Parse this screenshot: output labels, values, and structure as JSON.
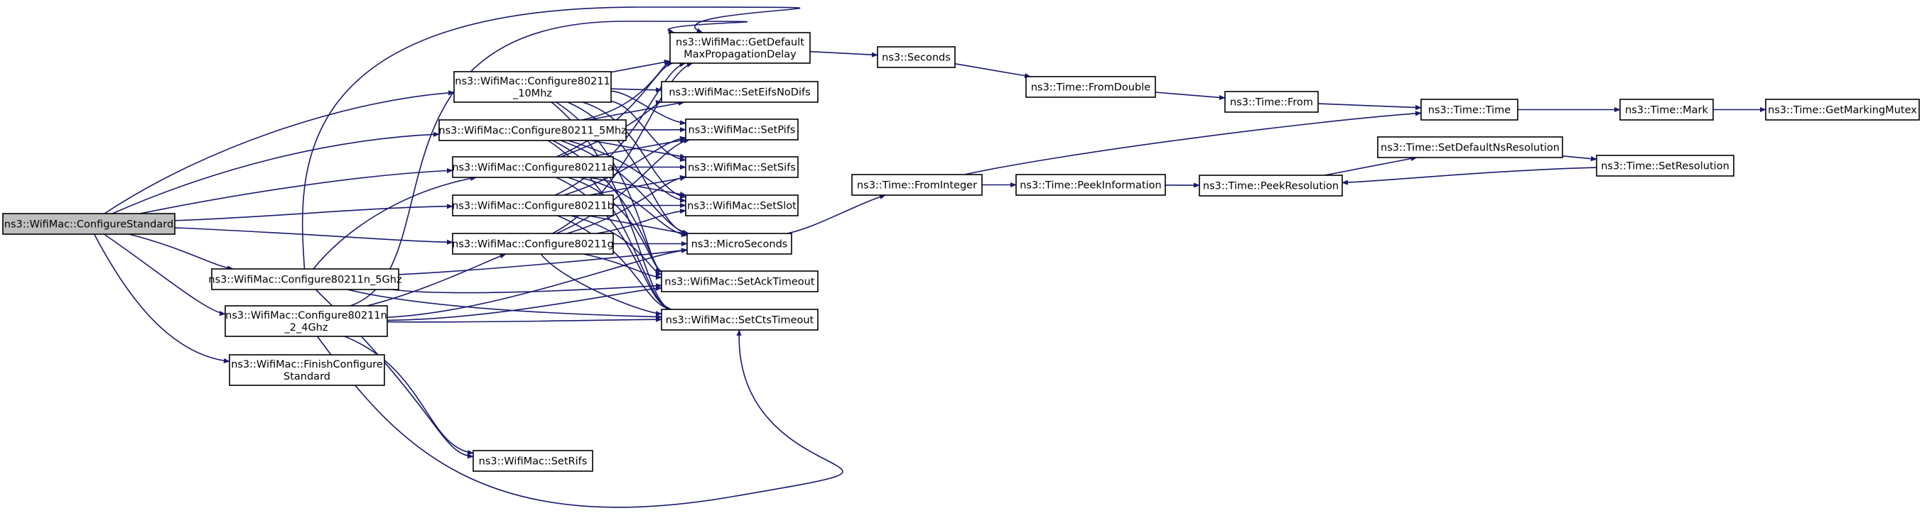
{
  "nodes": [
    {
      "id": "configure_standard",
      "lines": [
        "ns3::WifiMac::ConfigureStandard"
      ],
      "focus": true
    },
    {
      "id": "cfg_10mhz",
      "lines": [
        "ns3::WifiMac::Configure80211",
        "_10Mhz"
      ]
    },
    {
      "id": "cfg_5mhz",
      "lines": [
        "ns3::WifiMac::Configure80211_5Mhz"
      ]
    },
    {
      "id": "cfg_a",
      "lines": [
        "ns3::WifiMac::Configure80211a"
      ]
    },
    {
      "id": "cfg_b",
      "lines": [
        "ns3::WifiMac::Configure80211b"
      ]
    },
    {
      "id": "cfg_g",
      "lines": [
        "ns3::WifiMac::Configure80211g"
      ]
    },
    {
      "id": "cfg_n5",
      "lines": [
        "ns3::WifiMac::Configure80211n_5Ghz"
      ]
    },
    {
      "id": "cfg_n24",
      "lines": [
        "ns3::WifiMac::Configure80211n",
        "_2_4Ghz"
      ]
    },
    {
      "id": "finish_cfg",
      "lines": [
        "ns3::WifiMac::FinishConfigure",
        "Standard"
      ]
    },
    {
      "id": "get_delay",
      "lines": [
        "ns3::WifiMac::GetDefault",
        "MaxPropagationDelay"
      ]
    },
    {
      "id": "set_eifs",
      "lines": [
        "ns3::WifiMac::SetEifsNoDifs"
      ]
    },
    {
      "id": "set_pifs",
      "lines": [
        "ns3::WifiMac::SetPifs"
      ]
    },
    {
      "id": "set_sifs",
      "lines": [
        "ns3::WifiMac::SetSifs"
      ]
    },
    {
      "id": "set_slot",
      "lines": [
        "ns3::WifiMac::SetSlot"
      ]
    },
    {
      "id": "microseconds",
      "lines": [
        "ns3::MicroSeconds"
      ]
    },
    {
      "id": "set_ack",
      "lines": [
        "ns3::WifiMac::SetAckTimeout"
      ]
    },
    {
      "id": "set_cts",
      "lines": [
        "ns3::WifiMac::SetCtsTimeout"
      ]
    },
    {
      "id": "set_rifs",
      "lines": [
        "ns3::WifiMac::SetRifs"
      ]
    },
    {
      "id": "seconds",
      "lines": [
        "ns3::Seconds"
      ]
    },
    {
      "id": "from_double",
      "lines": [
        "ns3::Time::FromDouble"
      ]
    },
    {
      "id": "time_from",
      "lines": [
        "ns3::Time::From"
      ]
    },
    {
      "id": "time_time",
      "lines": [
        "ns3::Time::Time"
      ]
    },
    {
      "id": "time_mark",
      "lines": [
        "ns3::Time::Mark"
      ]
    },
    {
      "id": "get_mutex",
      "lines": [
        "ns3::Time::GetMarkingMutex"
      ]
    },
    {
      "id": "from_integer",
      "lines": [
        "ns3::Time::FromInteger"
      ]
    },
    {
      "id": "peek_info",
      "lines": [
        "ns3::Time::PeekInformation"
      ]
    },
    {
      "id": "peek_res",
      "lines": [
        "ns3::Time::PeekResolution"
      ]
    },
    {
      "id": "set_default_res",
      "lines": [
        "ns3::Time::SetDefaultNsResolution"
      ]
    },
    {
      "id": "set_res",
      "lines": [
        "ns3::Time::SetResolution"
      ]
    }
  ],
  "colors": {
    "edge": "#191970",
    "focus_fill": "#bfbfbf",
    "node_fill": "#ffffff",
    "node_stroke": "#000000"
  }
}
